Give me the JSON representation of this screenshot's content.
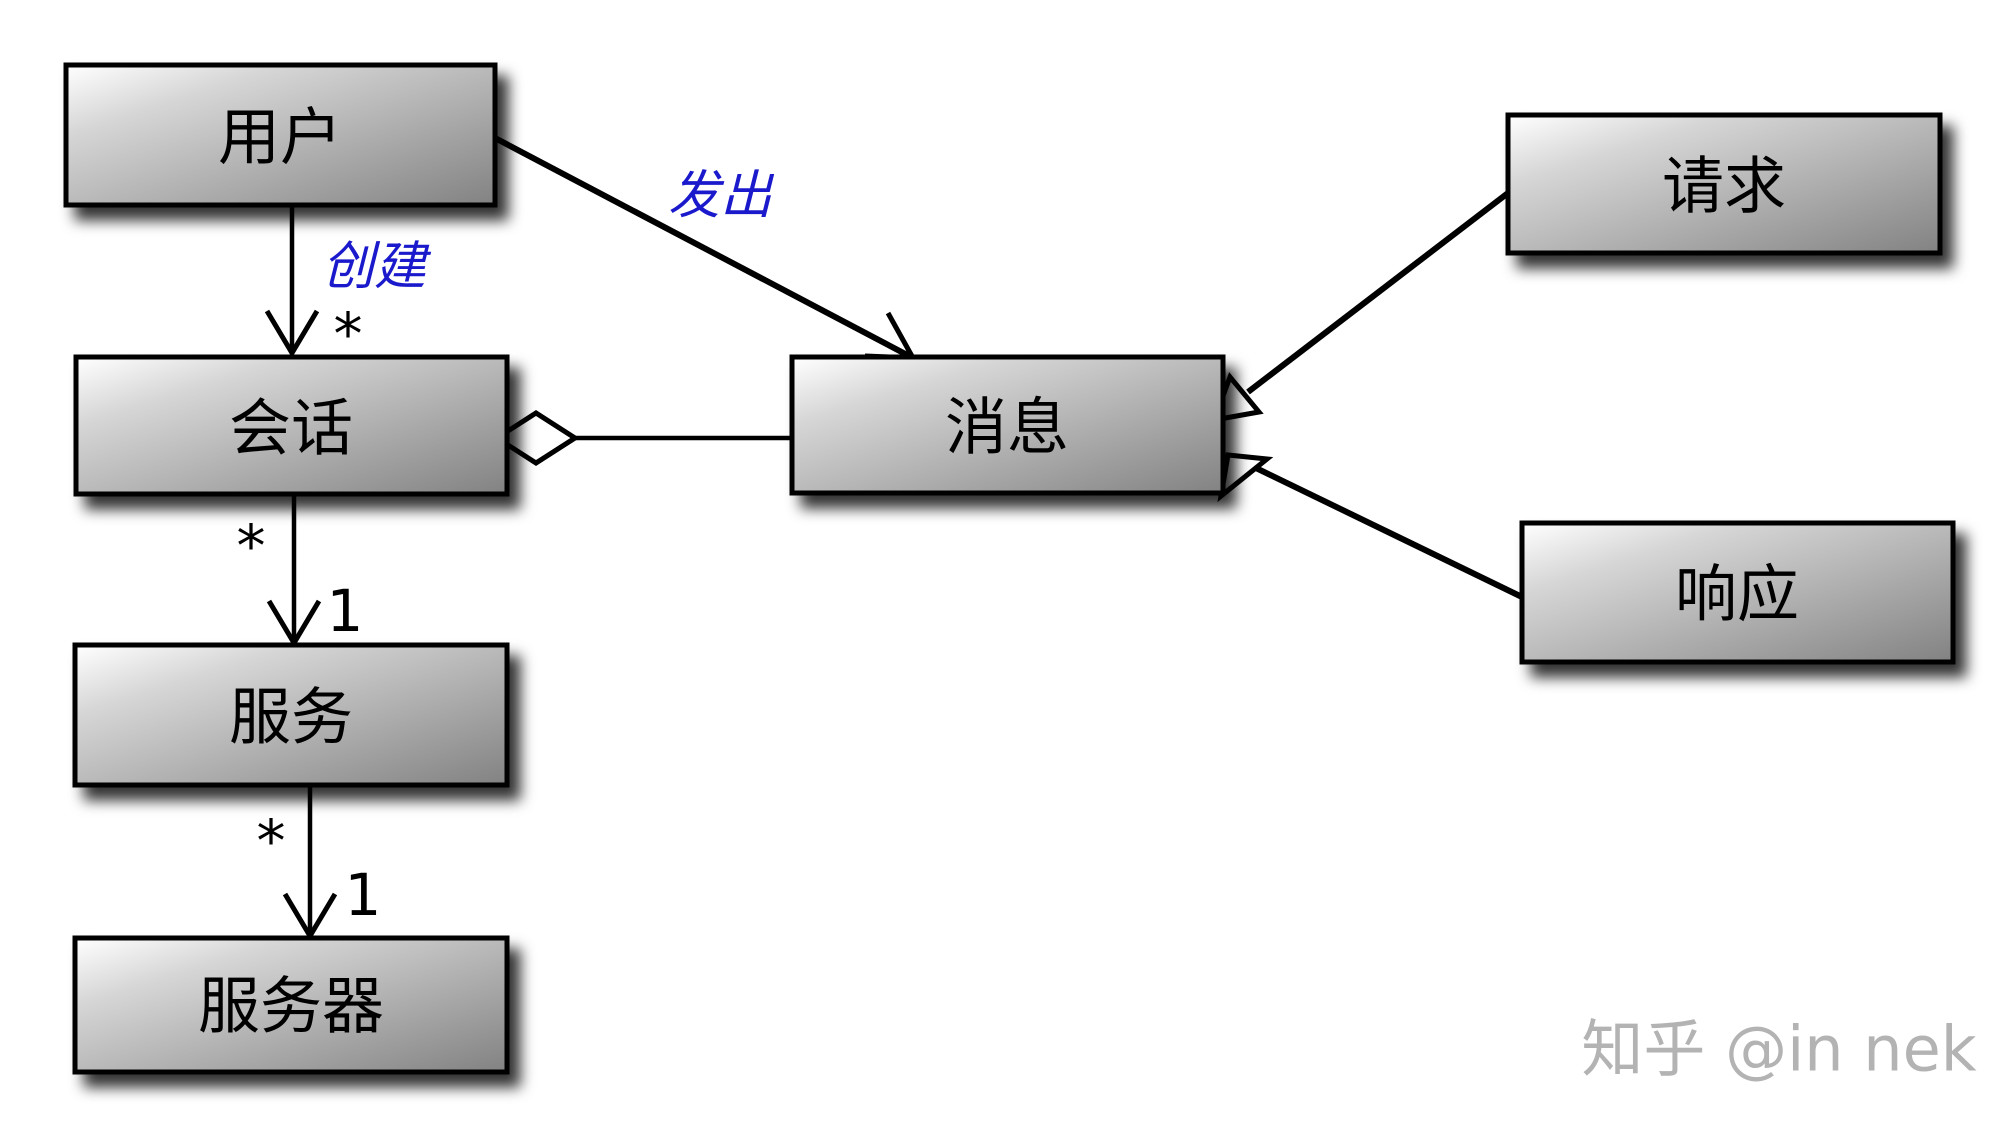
{
  "diagram": {
    "type": "uml-class-diagram",
    "nodes": {
      "user": {
        "label": "用户"
      },
      "session": {
        "label": "会话"
      },
      "service": {
        "label": "服务"
      },
      "server": {
        "label": "服务器"
      },
      "message": {
        "label": "消息"
      },
      "request": {
        "label": "请求"
      },
      "response": {
        "label": "响应"
      }
    },
    "edges": {
      "create": {
        "type": "association",
        "label": "创建",
        "target_multiplicity": "*"
      },
      "send": {
        "type": "association",
        "label": "发出"
      },
      "session_service": {
        "type": "association",
        "source_multiplicity": "*",
        "target_multiplicity": "1"
      },
      "service_server": {
        "type": "association",
        "source_multiplicity": "*",
        "target_multiplicity": "1"
      },
      "session_message": {
        "type": "aggregation"
      },
      "request_message": {
        "type": "generalization"
      },
      "response_message": {
        "type": "generalization"
      }
    },
    "colors": {
      "edge_label_blue": "#1a1acc",
      "box_border": "#000000",
      "box_fill_light": "#ffffff",
      "box_fill_dark": "#828282",
      "watermark_gray": "#b3b3b3"
    },
    "watermark": {
      "text": "知乎 @in nek"
    }
  }
}
